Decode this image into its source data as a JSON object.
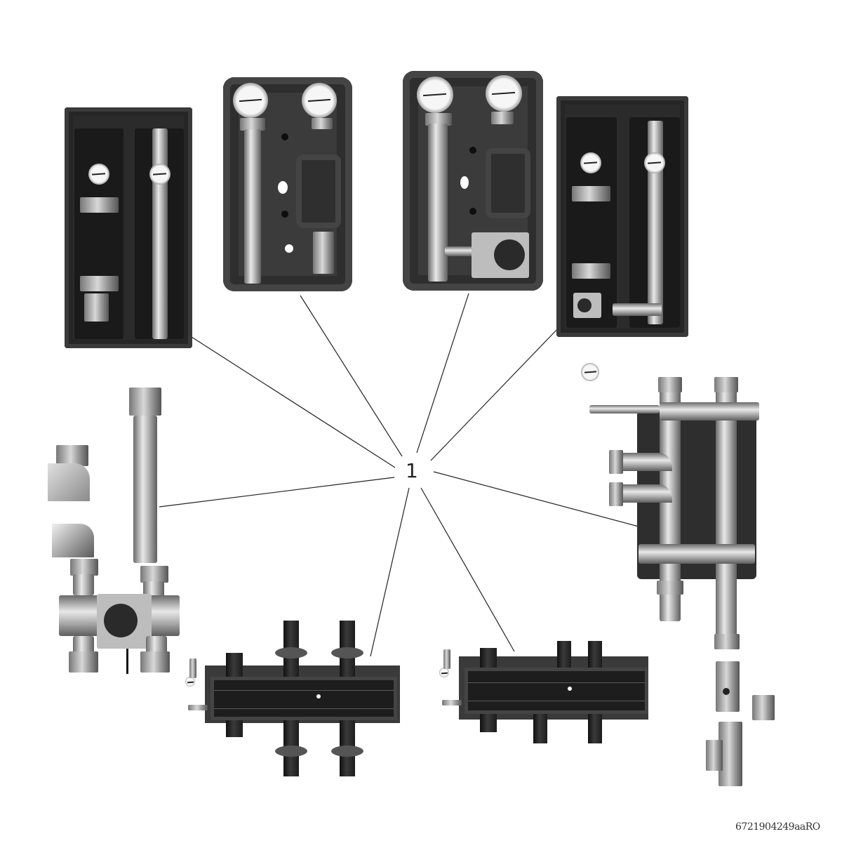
{
  "figure": {
    "callout_label": "1",
    "reference_code": "6721904249aaRO",
    "description": "Heating circuit pump groups, mixing valve kit, hydraulic separators/manifolds and accessory fittings"
  },
  "components": [
    {
      "id": "pump-group-tall-left",
      "label": "Pump group (tall, insulated, gauges)"
    },
    {
      "id": "pump-group-unmixed",
      "label": "Pump group with two thermometers, unmixed"
    },
    {
      "id": "pump-group-mixed",
      "label": "Pump group with two thermometers and mixing valve actuator"
    },
    {
      "id": "pump-group-tall-right",
      "label": "Pump group (tall, insulated, with actuator)"
    },
    {
      "id": "mixing-valve-kit",
      "label": "Mixing valve kit with elbows and pipe"
    },
    {
      "id": "hydraulic-separator",
      "label": "Hydraulic separator with pressure gauge"
    },
    {
      "id": "manifold-2-circuits",
      "label": "Manifold with clamps"
    },
    {
      "id": "manifold-compact",
      "label": "Compact manifold"
    },
    {
      "id": "fittings",
      "label": "Ball valve, nipple and tee fittings"
    }
  ],
  "colors": {
    "background": "#ffffff",
    "leader_line": "#222222",
    "insulation": "#2b2b2b",
    "metal_light": "#e8e8e8"
  }
}
